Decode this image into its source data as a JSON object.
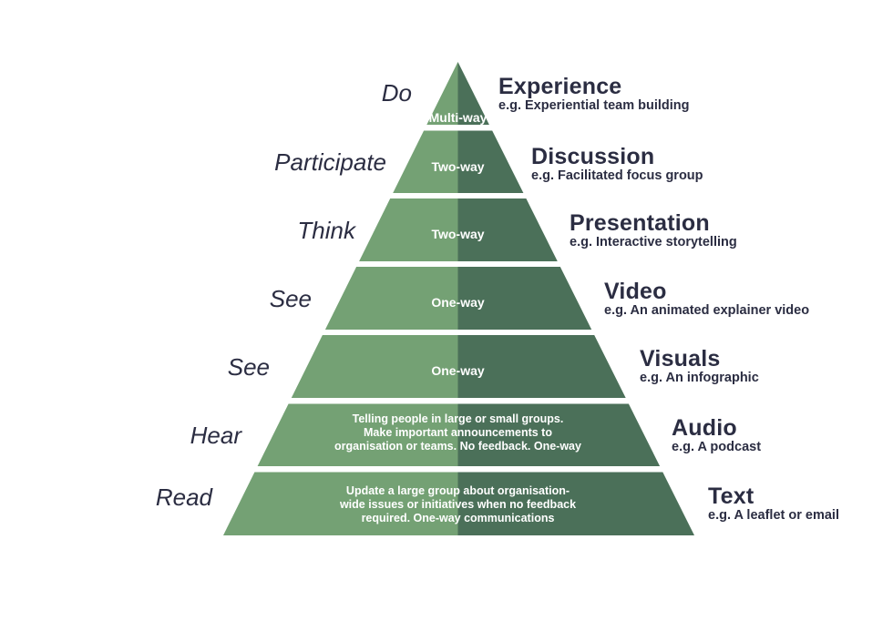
{
  "colors": {
    "light_green": "#74a174",
    "dark_green": "#4b7059",
    "text_dark": "#2b2d42",
    "text_white": "#ffffff",
    "background": "#ffffff"
  },
  "pyramid": {
    "rows": [
      {
        "left_label": "Do",
        "inner_label": "Multi-way",
        "title": "Experience",
        "example": "e.g. Experiential team building"
      },
      {
        "left_label": "Participate",
        "inner_label": "Two-way",
        "title": "Discussion",
        "example": "e.g. Facilitated focus group"
      },
      {
        "left_label": "Think",
        "inner_label": "Two-way",
        "title": "Presentation",
        "example": "e.g. Interactive storytelling"
      },
      {
        "left_label": "See",
        "inner_label": "One-way",
        "title": "Video",
        "example": "e.g. An animated explainer video"
      },
      {
        "left_label": "See",
        "inner_label": "One-way",
        "title": "Visuals",
        "example": "e.g. An infographic"
      },
      {
        "left_label": "Hear",
        "inner_lines": [
          "Telling people in large or small groups.",
          "Make important announcements to",
          "organisation or teams. No feedback. One-way"
        ],
        "title": "Audio",
        "example": "e.g. A podcast"
      },
      {
        "left_label": "Read",
        "inner_lines": [
          "Update a large group about organisation-",
          "wide issues or initiatives when no feedback",
          "required. One-way communications"
        ],
        "title": "Text",
        "example": "e.g. A leaflet or email"
      }
    ]
  }
}
